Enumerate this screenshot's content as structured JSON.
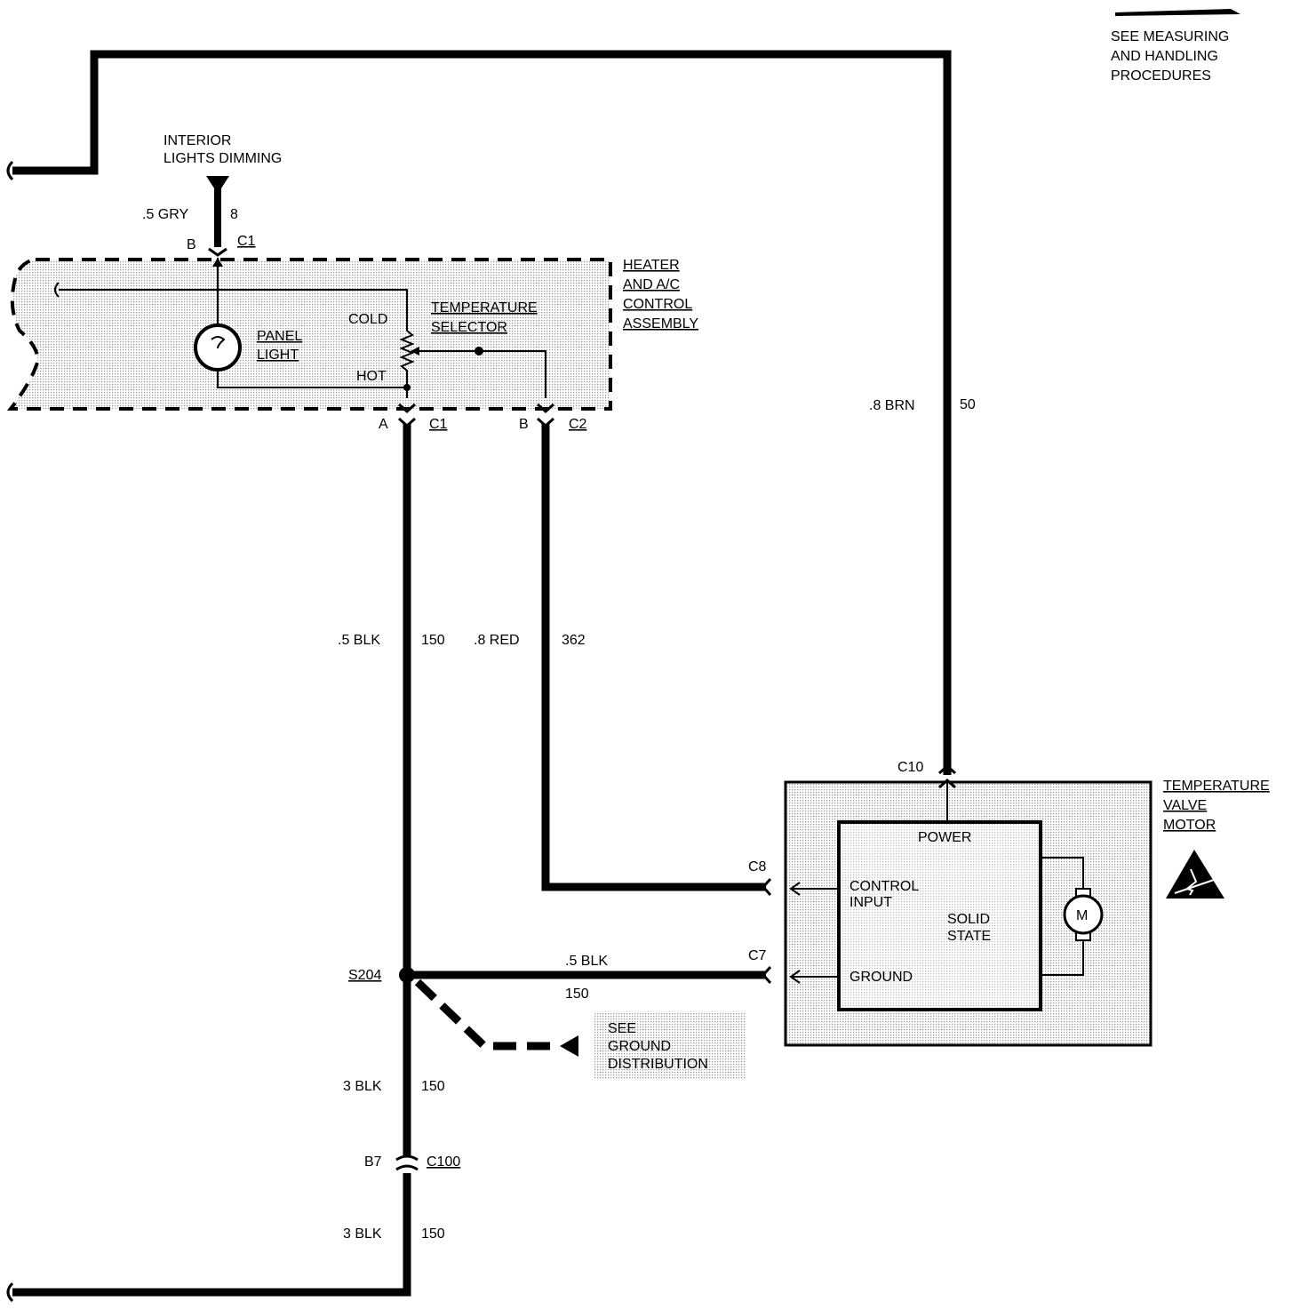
{
  "legend": {
    "line1": "SEE MEASURING",
    "line2": "AND HANDLING",
    "line3": "PROCEDURES"
  },
  "interior": {
    "line1": "INTERIOR",
    "line2": "LIGHTS DIMMING",
    "wire_size_color": ".5 GRY",
    "circuit": "8",
    "pin": "B",
    "connector": "C1"
  },
  "heater_assembly": {
    "line1": "HEATER",
    "line2": "AND A/C",
    "line3": "CONTROL",
    "line4": "ASSEMBLY",
    "panel_light_1": "PANEL",
    "panel_light_2": "LIGHT",
    "cold": "COLD",
    "hot": "HOT",
    "selector_1": "TEMPERATURE",
    "selector_2": "SELECTOR"
  },
  "ground_conn": {
    "pin": "A",
    "connector": "C1"
  },
  "signal_conn": {
    "pin": "B",
    "connector": "C2"
  },
  "power_wire": {
    "size_color": ".8 BRN",
    "circuit": "50"
  },
  "ground_wire": {
    "size_color": ".5 BLK",
    "circuit": "150"
  },
  "signal_wire": {
    "size_color": ".8 RED",
    "circuit": "362"
  },
  "splice": {
    "label": "S204"
  },
  "splice_wire": {
    "size_color": ".5 BLK",
    "circuit": "150"
  },
  "see_ground": {
    "line1": "SEE",
    "line2": "GROUND",
    "line3": "DISTRIBUTION"
  },
  "lower_wire_1": {
    "size_color": "3 BLK",
    "circuit": "150"
  },
  "c100": {
    "pin": "B7",
    "connector": "C100"
  },
  "lower_wire_2": {
    "size_color": "3 BLK",
    "circuit": "150"
  },
  "motor": {
    "line1": "TEMPERATURE",
    "line2": "VALVE",
    "line3": "MOTOR",
    "c10": "C10",
    "c8": "C8",
    "c7": "C7",
    "power": "POWER",
    "control_1": "CONTROL",
    "control_2": "INPUT",
    "solid_1": "SOLID",
    "solid_2": "STATE",
    "ground": "GROUND",
    "m": "M"
  }
}
